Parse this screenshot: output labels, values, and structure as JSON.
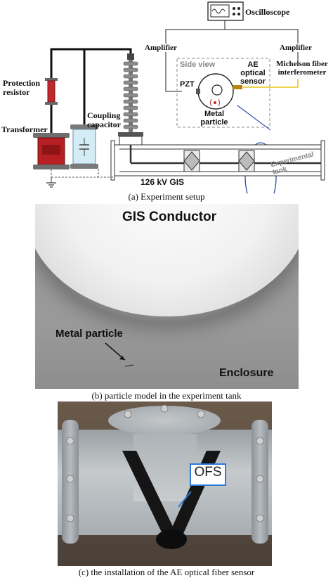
{
  "panel_a": {
    "labels": {
      "oscilloscope": "Oscilloscope",
      "amplifier_left": "Amplifier",
      "amplifier_right": "Amplifier",
      "michelson": "Michelson fiber interferometer",
      "side_view": "Side view",
      "ae_optical_sensor": "AE optical sensor",
      "pzt": "PZT",
      "metal_particle": "Metal particle",
      "protection_resistor": "Protection resistor",
      "transformer": "Transformer",
      "coupling_capacitor": "Coupling capacitor",
      "gis": "126 kV GIS",
      "experimental_tank": "Experimental tank"
    },
    "caption": "(a) Experiment setup"
  },
  "panel_b": {
    "labels": {
      "gis_conductor": "GIS Conductor",
      "metal_particle": "Metal particle",
      "enclosure": "Enclosure"
    },
    "caption": "(b) particle model in the experiment tank"
  },
  "panel_c": {
    "labels": {
      "ofs": "OFS"
    },
    "caption": "(c) the installation of the AE optical fiber sensor"
  }
}
